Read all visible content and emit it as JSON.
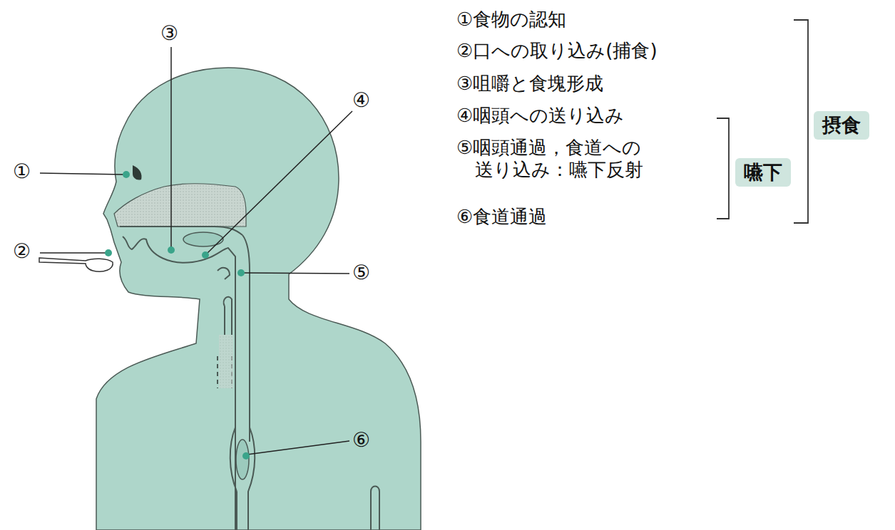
{
  "diagram": {
    "nodes": [
      {
        "text": [
          "摂食"
        ]
      },
      {
        "text": [
          "嚥下"
        ]
      }
    ],
    "labels": [
      "①",
      "②",
      "③",
      "④",
      "⑤",
      "⑥",
      "①食物の認知",
      "②口への取り込み(捕食)",
      "③咀嚼と食塊形成",
      "④咽頭への送り込み",
      "⑤咽頭通過，食道への 送り込み：嚥下反射",
      "⑥食道通過"
    ]
  }
}
